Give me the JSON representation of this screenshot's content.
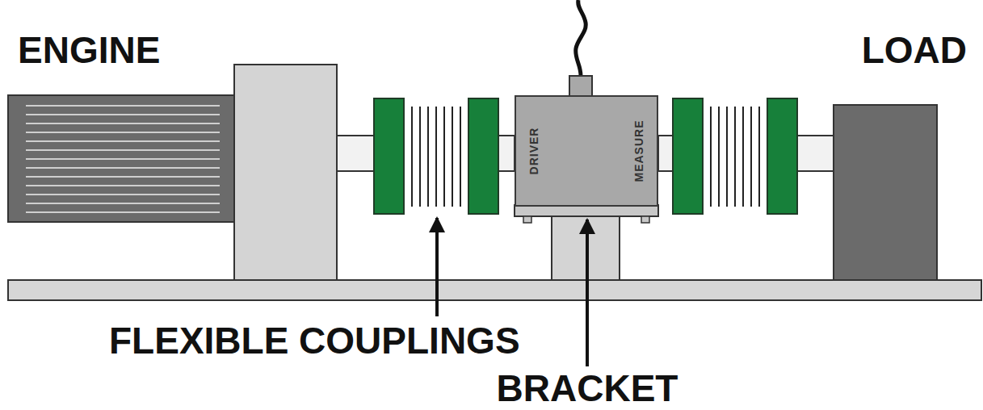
{
  "diagram": {
    "nodes": [
      {
        "text": [
          "DRIVER",
          "MEASURE"
        ]
      }
    ],
    "labels": [
      "ENGINE",
      "LOAD",
      "FLEXIBLE COUPLINGS",
      "BRACKET"
    ]
  }
}
